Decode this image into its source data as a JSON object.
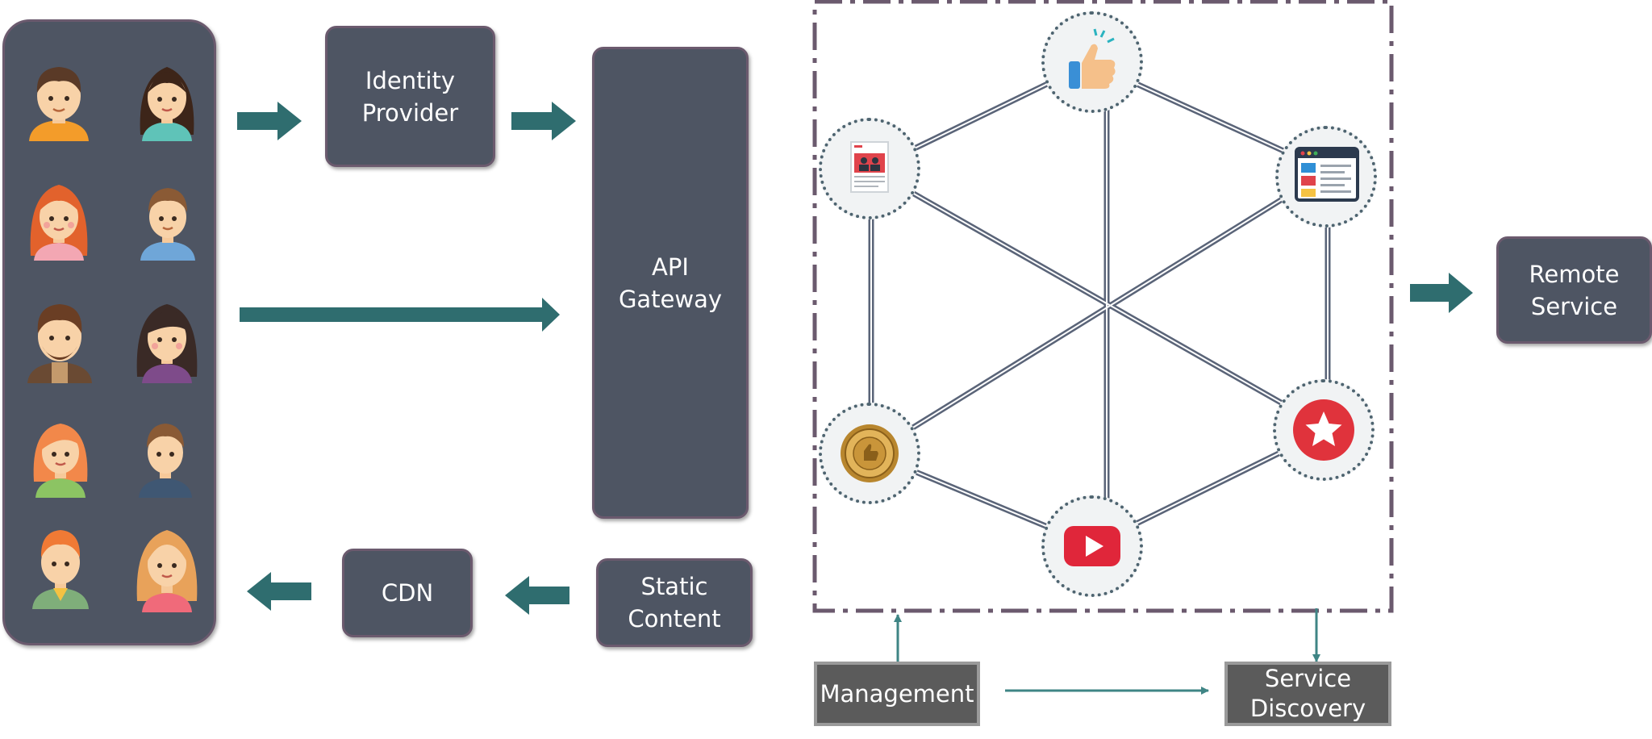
{
  "identity_provider": "Identity\nProvider",
  "api_gateway": "API\nGateway",
  "cdn": "CDN",
  "static_content": "Static\nContent",
  "remote_service": "Remote\nService",
  "management": "Management",
  "service_discovery": "Service\nDiscovery",
  "colors": {
    "box": "#4e5563",
    "arrow": "#2f6d6f",
    "thin_arrow": "#3f8585",
    "boundary": "#6b5a6e"
  },
  "icons": [
    "thumbs-up-icon",
    "newspaper-icon",
    "webpage-icon",
    "most-popular-seal-icon",
    "star-icon",
    "youtube-play-icon"
  ]
}
